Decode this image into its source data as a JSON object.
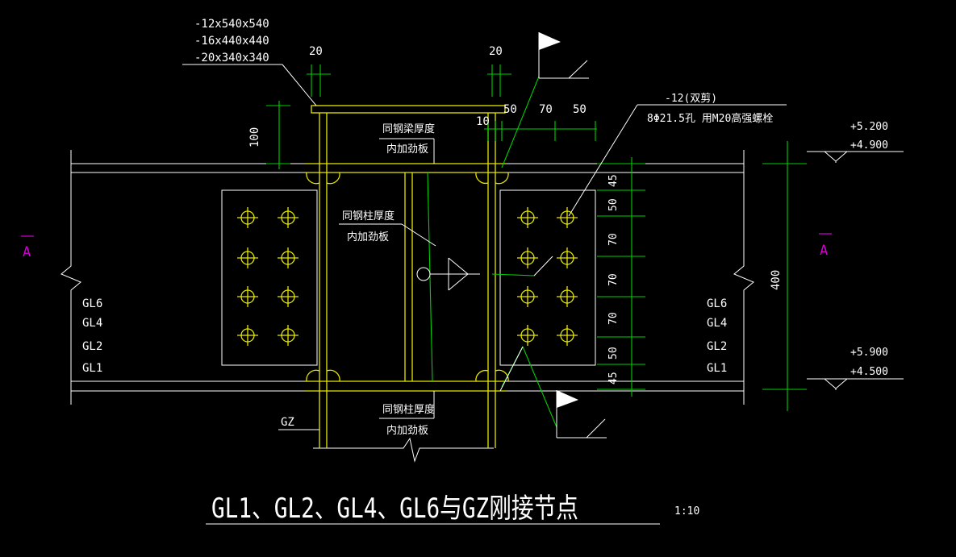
{
  "title": "GL1、GL2、GL4、GL6与GZ刚接节点",
  "scale": "1:10",
  "plates": [
    "-12x540x540",
    "-16x440x440",
    "-20x340x340"
  ],
  "dims": {
    "d20_left": "20",
    "d20_right": "20",
    "d10": "10",
    "d50a": "50",
    "d70": "70",
    "d50b": "50",
    "d100": "100",
    "d400": "400",
    "v45a": "45",
    "v50a": "50",
    "v70a": "70",
    "v70b": "70",
    "v70c": "70",
    "v50b": "50",
    "v45b": "45"
  },
  "notes": {
    "beam_stiff_line1": "同钢梁厚度",
    "beam_stiff_line2": "内加劲板",
    "col_stiff_line1": "同钢柱厚度",
    "col_stiff_line2": "内加劲板",
    "bot_stiff_line1": "同钢柱厚度",
    "bot_stiff_line2": "内加劲板",
    "splice_line1": "-12(双剪)",
    "splice_line2": "8Φ21.5孔 用M20高强螺栓"
  },
  "section_marks": {
    "left": "A",
    "right": "A"
  },
  "beam_labels_left": [
    "GL6",
    "GL4",
    "GL2",
    "GL1"
  ],
  "beam_labels_right": [
    "GL6",
    "GL4",
    "GL2",
    "GL1"
  ],
  "column_label": "GZ",
  "elevations": {
    "top_a": "+5.200",
    "top_b": "+4.900",
    "bot_a": "+5.900",
    "bot_b": "+4.500"
  },
  "colors": {
    "background": "#000000",
    "white": "#ffffff",
    "yellow": "#e6e600",
    "green": "#00d000",
    "magenta": "#d000d0"
  }
}
